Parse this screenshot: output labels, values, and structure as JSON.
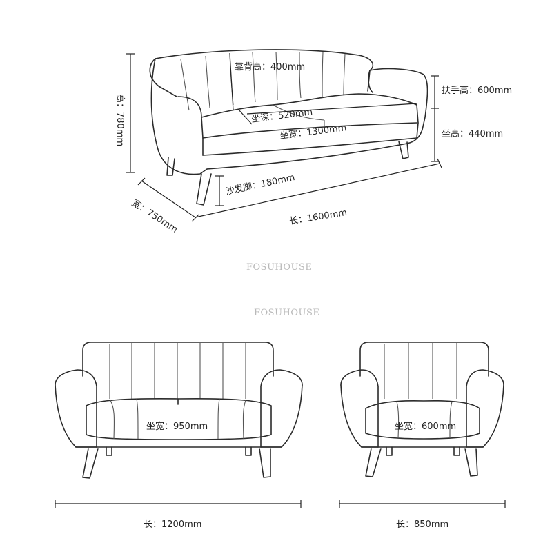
{
  "watermark": "FOSUHOUSE",
  "three_seat": {
    "back_height": "靠背高：400mm",
    "armrest_height": "扶手高：600mm",
    "seat_depth": "坐深：520mm",
    "seat_width": "坐宽：1300mm",
    "seat_height": "坐高：440mm",
    "total_height": "高：780mm",
    "leg": "沙发脚：180mm",
    "depth": "宽：750mm",
    "length": "长：1600mm"
  },
  "two_seat": {
    "seat_width": "坐宽：950mm",
    "length": "长：1200mm"
  },
  "single_seat": {
    "seat_width": "坐宽：600mm",
    "length": "长：850mm"
  }
}
